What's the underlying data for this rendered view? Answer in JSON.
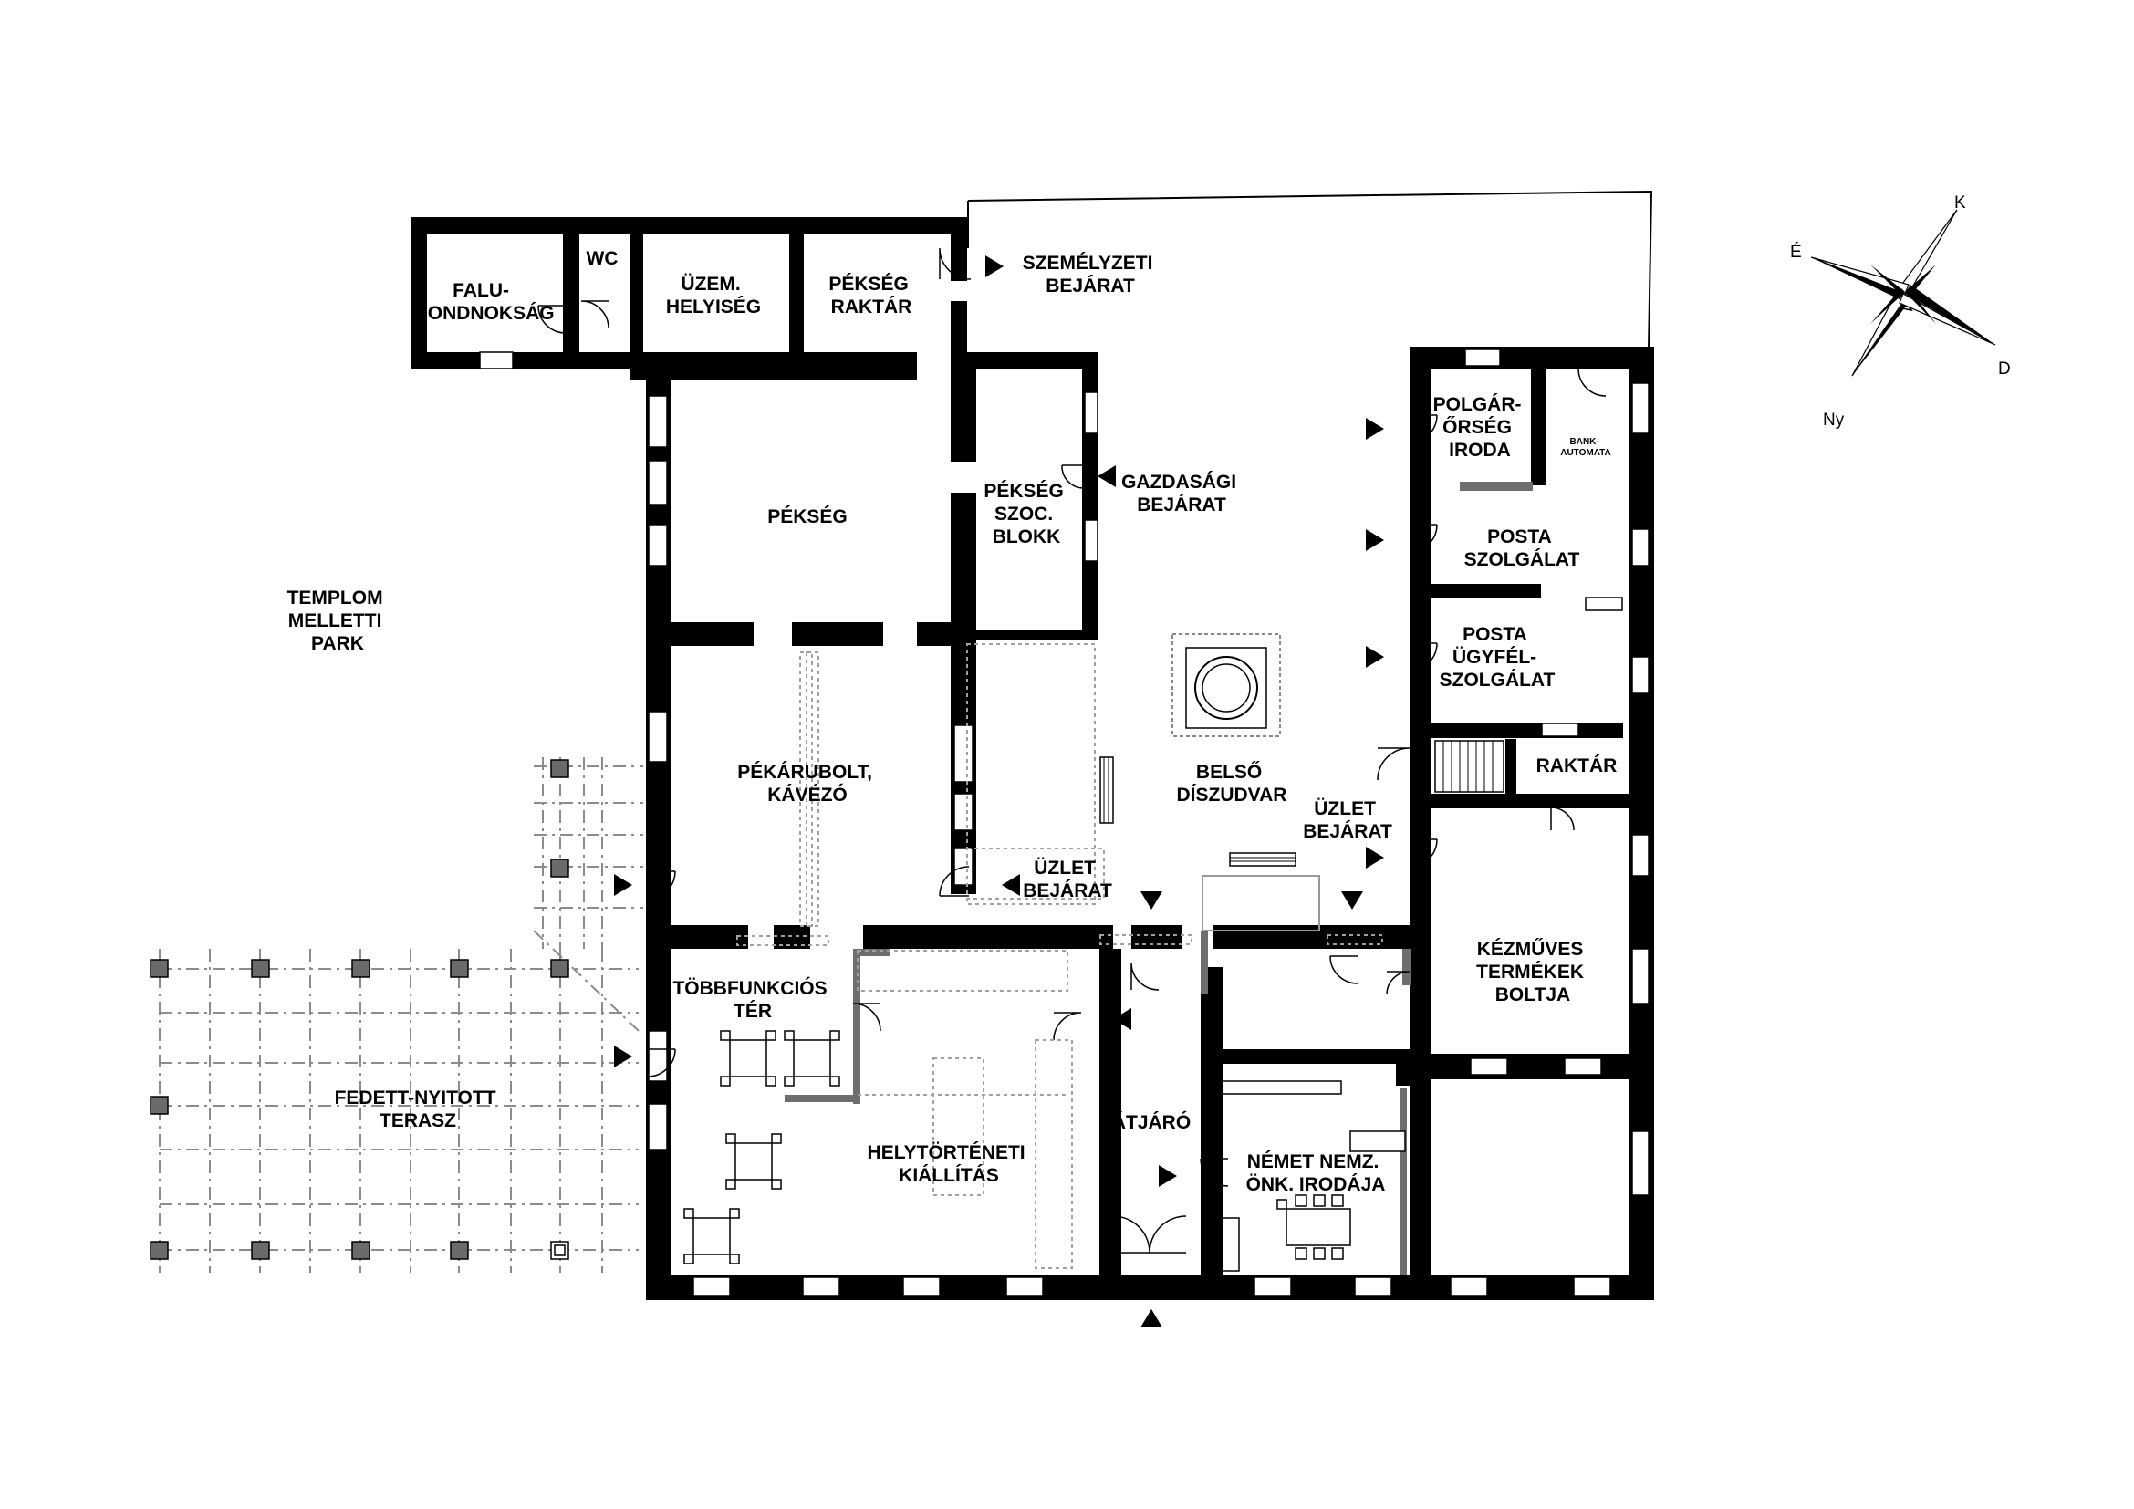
{
  "rooms": {
    "falugondnoksag": [
      "FALU-",
      "GONDNOKSÁG"
    ],
    "wc": [
      "WC"
    ],
    "uzem": [
      "ÜZEM.",
      "HELYISÉG"
    ],
    "peksegraktar": [
      "PÉKSÉG",
      "RAKTÁR"
    ],
    "szemelyzeti": [
      "SZEMÉLYZETI",
      "BEJÁRAT"
    ],
    "pekseg": [
      "PÉKSÉG"
    ],
    "pekszoc": [
      "PÉKSÉG",
      "SZOC.",
      "BLOKK"
    ],
    "gazdasagi": [
      "GAZDASÁGI",
      "BEJÁRAT"
    ],
    "templom": [
      "TEMPLOM",
      "MELLETTI",
      "PARK"
    ],
    "pekarubolt": [
      "PÉKÁRUBOLT,",
      "KÁVÉZÓ"
    ],
    "belso": [
      "BELSŐ",
      "DÍSZUDVAR"
    ],
    "uzlet1": [
      "ÜZLET",
      "BEJÁRAT"
    ],
    "uzlet2": [
      "ÜZLET",
      "BEJÁRAT"
    ],
    "polgarorseg": [
      "POLGÁR-",
      "ŐRSÉG",
      "IRODA"
    ],
    "bankautomata": [
      "BANK-",
      "AUTOMATA"
    ],
    "postaszolg": [
      "POSTA",
      "SZOLGÁLAT"
    ],
    "postaugyfel": [
      "POSTA",
      "ÜGYFÉL-",
      "SZOLGÁLAT"
    ],
    "raktar": [
      "RAKTÁR"
    ],
    "tobbfunkcios": [
      "TÖBBFUNKCIÓS",
      "TÉR"
    ],
    "kezmuves": [
      "KÉZMŰVES",
      "TERMÉKEK",
      "BOLTJA"
    ],
    "fedett": [
      "FEDETT-NYITOTT",
      "TERASZ"
    ],
    "helytorteneti": [
      "HELYTÖRTÉNETI",
      "KIÁLLÍTÁS"
    ],
    "atjaro": [
      "ÁTJÁRÓ"
    ],
    "nemet": [
      "NÉMET NEMZ.",
      "ÖNK. IRODÁJA"
    ]
  },
  "compass": {
    "north": "É",
    "east": "K",
    "south": "D",
    "west": "Ny"
  },
  "colors": {
    "wall": "#000000",
    "partition": "#6e6e6e",
    "background": "#ffffff"
  }
}
